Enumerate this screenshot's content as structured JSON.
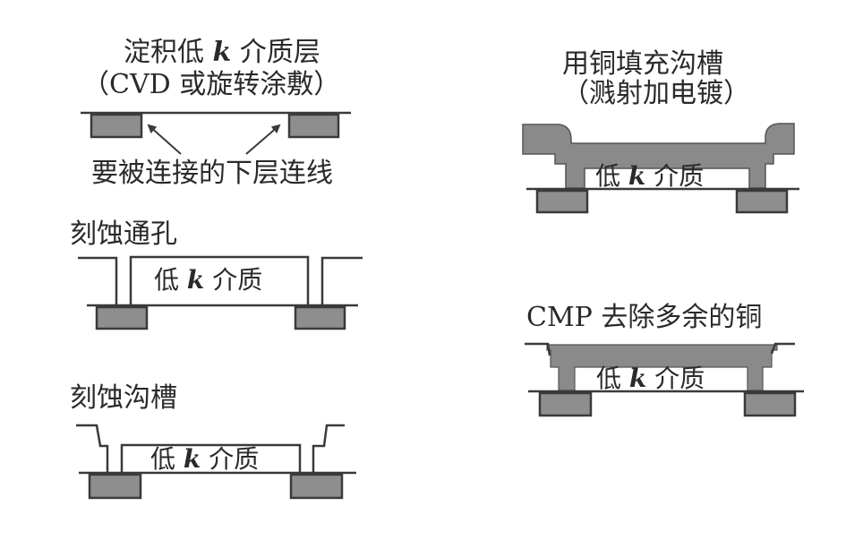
{
  "diagram": {
    "title": "Copper damascene process with low-k dielectric",
    "colors": {
      "line": "#3a3a3a",
      "lower_metal_fill": "#8e8e8e",
      "copper_fill": "#8a8a8a",
      "background": "#ffffff"
    },
    "steps": [
      {
        "id": "deposit",
        "title_pre": "淀积低 ",
        "title_k": "k",
        "title_post": " 介质层",
        "subtitle": "（CVD 或旋转涂敷）",
        "annotation": "要被连接的下层连线"
      },
      {
        "id": "etch-via",
        "title": "刻蚀通孔",
        "inner_pre": "低 ",
        "inner_k": "k",
        "inner_post": " 介质"
      },
      {
        "id": "etch-trench",
        "title": "刻蚀沟槽",
        "inner_pre": "低 ",
        "inner_k": "k",
        "inner_post": " 介质"
      },
      {
        "id": "fill-copper",
        "title": "用铜填充沟槽",
        "subtitle": "（溅射加电镀）",
        "inner_pre": "低 ",
        "inner_k": "k",
        "inner_post": " 介质"
      },
      {
        "id": "cmp",
        "title": "CMP 去除多余的铜",
        "inner_pre": "低 ",
        "inner_k": "k",
        "inner_post": " 介质"
      }
    ]
  }
}
